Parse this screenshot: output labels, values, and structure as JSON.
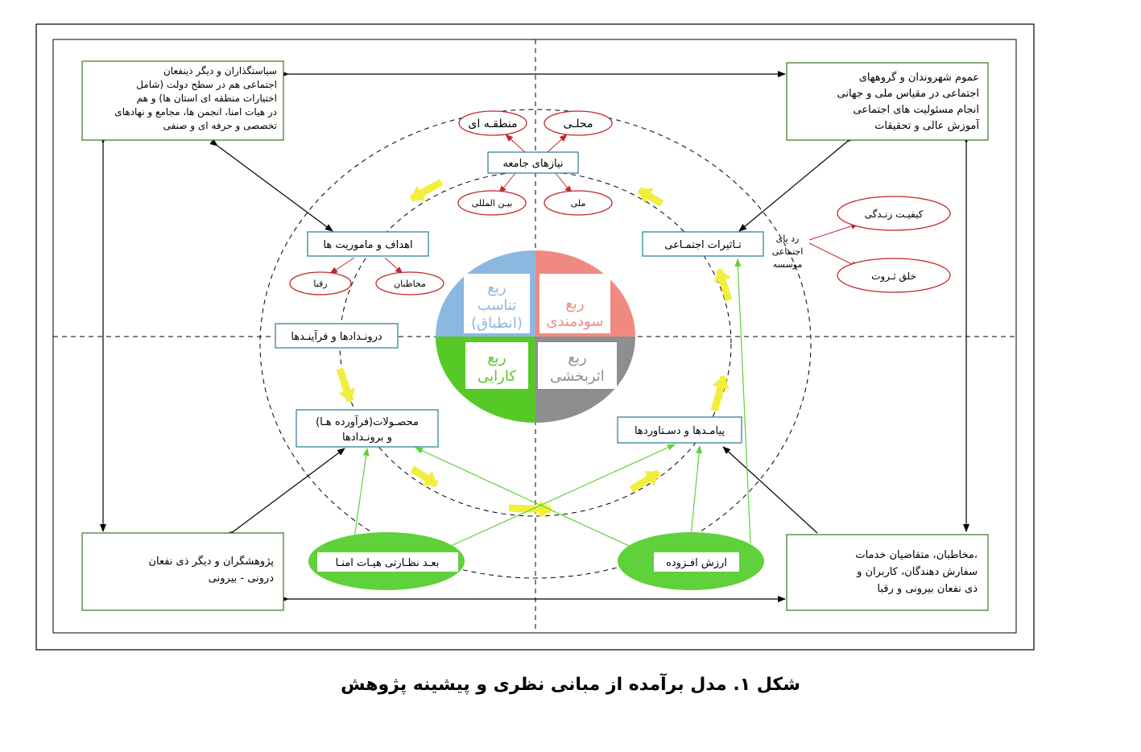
{
  "caption": "شکل ۱. مدل برآمده از مبانی نظری و پیشینه پژوهش",
  "colors": {
    "box_border": "#31859c",
    "green_box_border": "#4a7d2e",
    "red": "#c0282d",
    "green": "#5fd13a",
    "yellow": "#f2ee3c",
    "q_blue": "#8bb8e0",
    "q_red": "#f08a80",
    "q_green": "#57c927",
    "q_gray": "#8d8e90"
  },
  "corner_boxes": {
    "top_left": [
      "سیاستگذاران و دیگر ذینفعان",
      "اجتماعی هم در سطح دولت (شامل",
      "اختیارات منطقه ای استان ها) و هم",
      "در هیات امنا، انجمن ها، مجامع و نهادهای",
      "تخصصی و حرفه ای و صنفی"
    ],
    "top_right": [
      "عموم شهروندان و گروههای",
      "اجتماعی در مقیاس ملی و جهانی",
      "انجام مسئولیت های اجتماعی",
      "آموزش عالی و تحقیقات"
    ],
    "bottom_left": [
      "پژوهشگران و دیگر ذی نفعان",
      "درونی - بیرونی"
    ],
    "bottom_right": [
      "مخاطبان، متقاضیان خدمات،",
      "سفارش دهندگان، کاربران و",
      "ذی نفعان بیرونی و رقبا"
    ]
  },
  "inner_boxes": {
    "needs": "نیازهای جامعه",
    "goals": "اهداف و ماموریت ها",
    "inputs": "درونـدادها و فرآینـدها",
    "products": [
      "محصـولات(فرآورده هـا)",
      "و برونـدادها"
    ],
    "outcomes": "پیامـدها و دسـتاوردها",
    "impacts": "تـاثیرات اجتمـاعی"
  },
  "ellipses": {
    "regional": "منطقـه ای",
    "local": "محلـی",
    "international": "بیـن المللی",
    "national": "ملی",
    "audience": "مخاطبان",
    "rivals": "رقبا",
    "quality_of_life": "کیفیـت زنـدگی",
    "wealth": "خلق ثـروت",
    "board": "بعـد نظـارتی هیـات امنـا",
    "value_added": "ارزش افـزوده"
  },
  "footprint_label": [
    "رد پای",
    "اجتماعی",
    "موسسه"
  ],
  "quadrants": {
    "top_left": [
      "ربع",
      "تناسب",
      "(انطباق)"
    ],
    "top_right": [
      "ربع",
      "سودمندی"
    ],
    "bottom_left": [
      "ربع",
      "کارایی"
    ],
    "bottom_right": [
      "ربع",
      "اثربخشی"
    ]
  }
}
